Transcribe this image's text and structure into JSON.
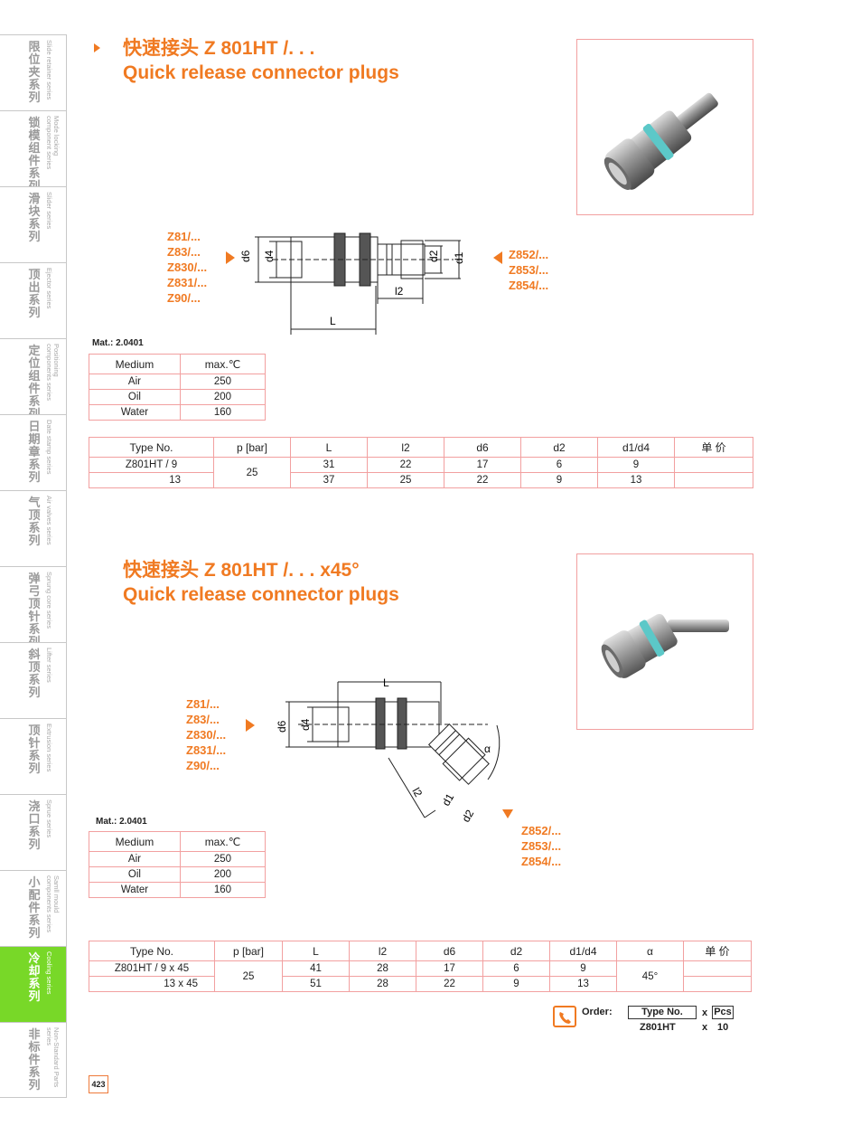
{
  "sidebar": {
    "items": [
      {
        "cn": "限位夹系列",
        "en": "Slide retainer series"
      },
      {
        "cn": "锁模组件系列",
        "en": "Mode locking component series"
      },
      {
        "cn": "滑块系列",
        "en": "Slider series"
      },
      {
        "cn": "顶出系列",
        "en": "Ejector series"
      },
      {
        "cn": "定位组件系列",
        "en": "Positioning components series"
      },
      {
        "cn": "日期章系列",
        "en": "Date stamp series"
      },
      {
        "cn": "气顶系列",
        "en": "Air valves series"
      },
      {
        "cn": "弹弓顶针系列",
        "en": "Sprung core series"
      },
      {
        "cn": "斜顶系列",
        "en": "Lifter series"
      },
      {
        "cn": "顶针系列",
        "en": "Extrusion series"
      },
      {
        "cn": "浇口系列",
        "en": "Sprue series"
      },
      {
        "cn": "小配件系列",
        "en": "Samll mould components series"
      },
      {
        "cn": "冷却系列",
        "en": "Cooling series"
      },
      {
        "cn": "非标件系列",
        "en": "Non-Standard Parts series"
      }
    ],
    "active_color": "#78d828"
  },
  "section1": {
    "title_cn": "快速接头 Z 801HT /. . .",
    "title_en": "Quick release connector plugs",
    "codes_left": [
      "Z81/...",
      "Z83/...",
      "Z830/...",
      "Z831/...",
      "Z90/..."
    ],
    "codes_right": [
      "Z852/...",
      "Z853/...",
      "Z854/..."
    ],
    "dim_labels": {
      "d6": "d6",
      "d4": "d4",
      "d2": "d2",
      "d1": "d1",
      "l2": "l2",
      "L": "L"
    },
    "mat": "Mat.: 2.0401",
    "medium_table": {
      "headers": [
        "Medium",
        "max.℃"
      ],
      "rows": [
        [
          "Air",
          "250"
        ],
        [
          "Oil",
          "200"
        ],
        [
          "Water",
          "160"
        ]
      ]
    },
    "spec_table": {
      "headers": [
        "Type No.",
        "p [bar]",
        "L",
        "l2",
        "d6",
        "d2",
        "d1/d4",
        "单 价"
      ],
      "rows": [
        [
          "Z801HT / 9",
          "31",
          "22",
          "17",
          "6",
          "9",
          ""
        ],
        [
          "13",
          "37",
          "25",
          "22",
          "9",
          "13",
          ""
        ]
      ],
      "pressure": "25"
    }
  },
  "section2": {
    "title_cn": "快速接头 Z 801HT /. . .  x45°",
    "title_en": "Quick release connector plugs",
    "codes_left": [
      "Z81/...",
      "Z83/...",
      "Z830/...",
      "Z831/...",
      "Z90/..."
    ],
    "codes_right": [
      "Z852/...",
      "Z853/...",
      "Z854/..."
    ],
    "dim_labels": {
      "d6": "d6",
      "d4": "d4",
      "d2": "d2",
      "d1": "d1",
      "l2": "l2",
      "L": "L",
      "alpha": "α"
    },
    "mat": "Mat.: 2.0401",
    "medium_table": {
      "headers": [
        "Medium",
        "max.℃"
      ],
      "rows": [
        [
          "Air",
          "250"
        ],
        [
          "Oil",
          "200"
        ],
        [
          "Water",
          "160"
        ]
      ]
    },
    "spec_table": {
      "headers": [
        "Type No.",
        "p [bar]",
        "L",
        "l2",
        "d6",
        "d2",
        "d1/d4",
        "α",
        "单 价"
      ],
      "rows": [
        [
          "Z801HT / 9 x 45",
          "41",
          "28",
          "17",
          "6",
          "9",
          ""
        ],
        [
          "13 x 45",
          "51",
          "28",
          "22",
          "9",
          "13",
          ""
        ]
      ],
      "pressure": "25",
      "alpha": "45°"
    }
  },
  "order": {
    "label": "Order:",
    "type_label": "Type No.",
    "x1": "x",
    "pcs_label": "Pcs",
    "type_value": "Z801HT",
    "x2": "x",
    "qty": "10"
  },
  "page_number": "423",
  "colors": {
    "accent": "#f07a22",
    "table_border": "#f2a0a0",
    "active_tab": "#78d828"
  }
}
